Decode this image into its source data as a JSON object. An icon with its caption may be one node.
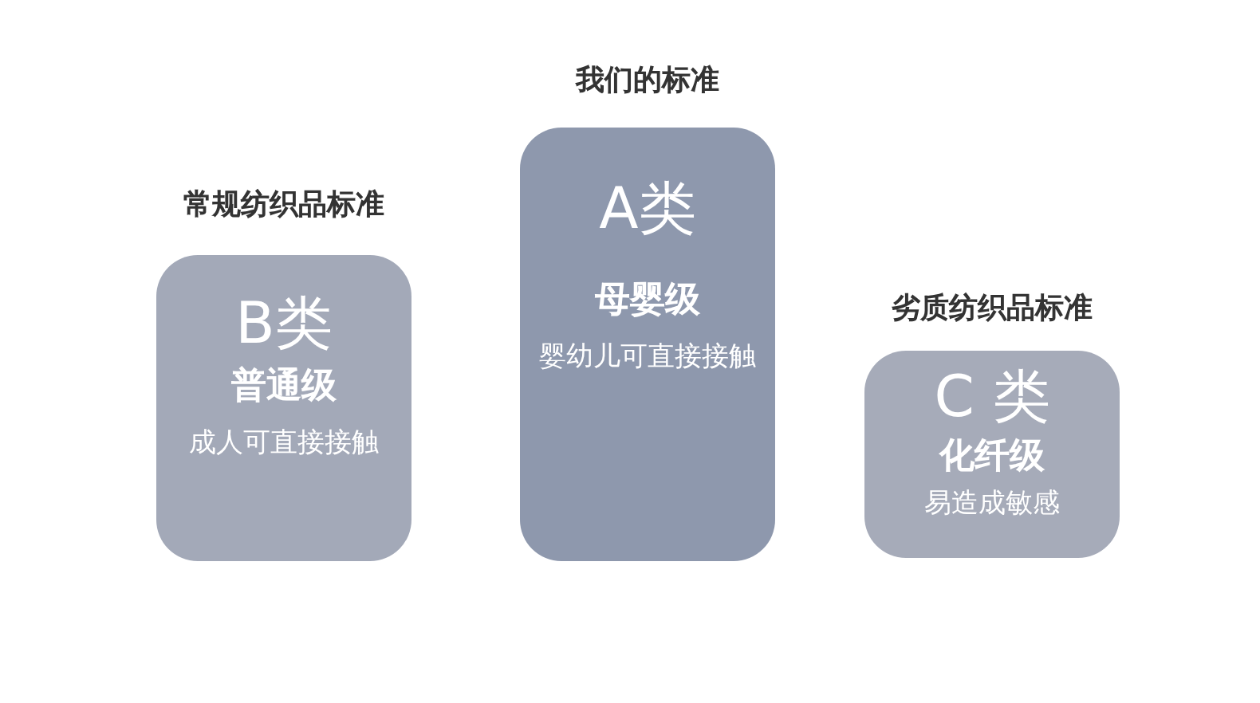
{
  "diagram": {
    "nodes": [
      {
        "text": [
          "常规纺织品标准",
          "B类",
          "普通级",
          "成人可直接接触"
        ]
      },
      {
        "text": [
          "我们的标准",
          "A类",
          "母婴级",
          "婴幼儿可直接接触"
        ]
      },
      {
        "text": [
          "劣质纺织品标准",
          "C 类",
          "化纤级",
          "易造成敏感"
        ]
      }
    ]
  }
}
